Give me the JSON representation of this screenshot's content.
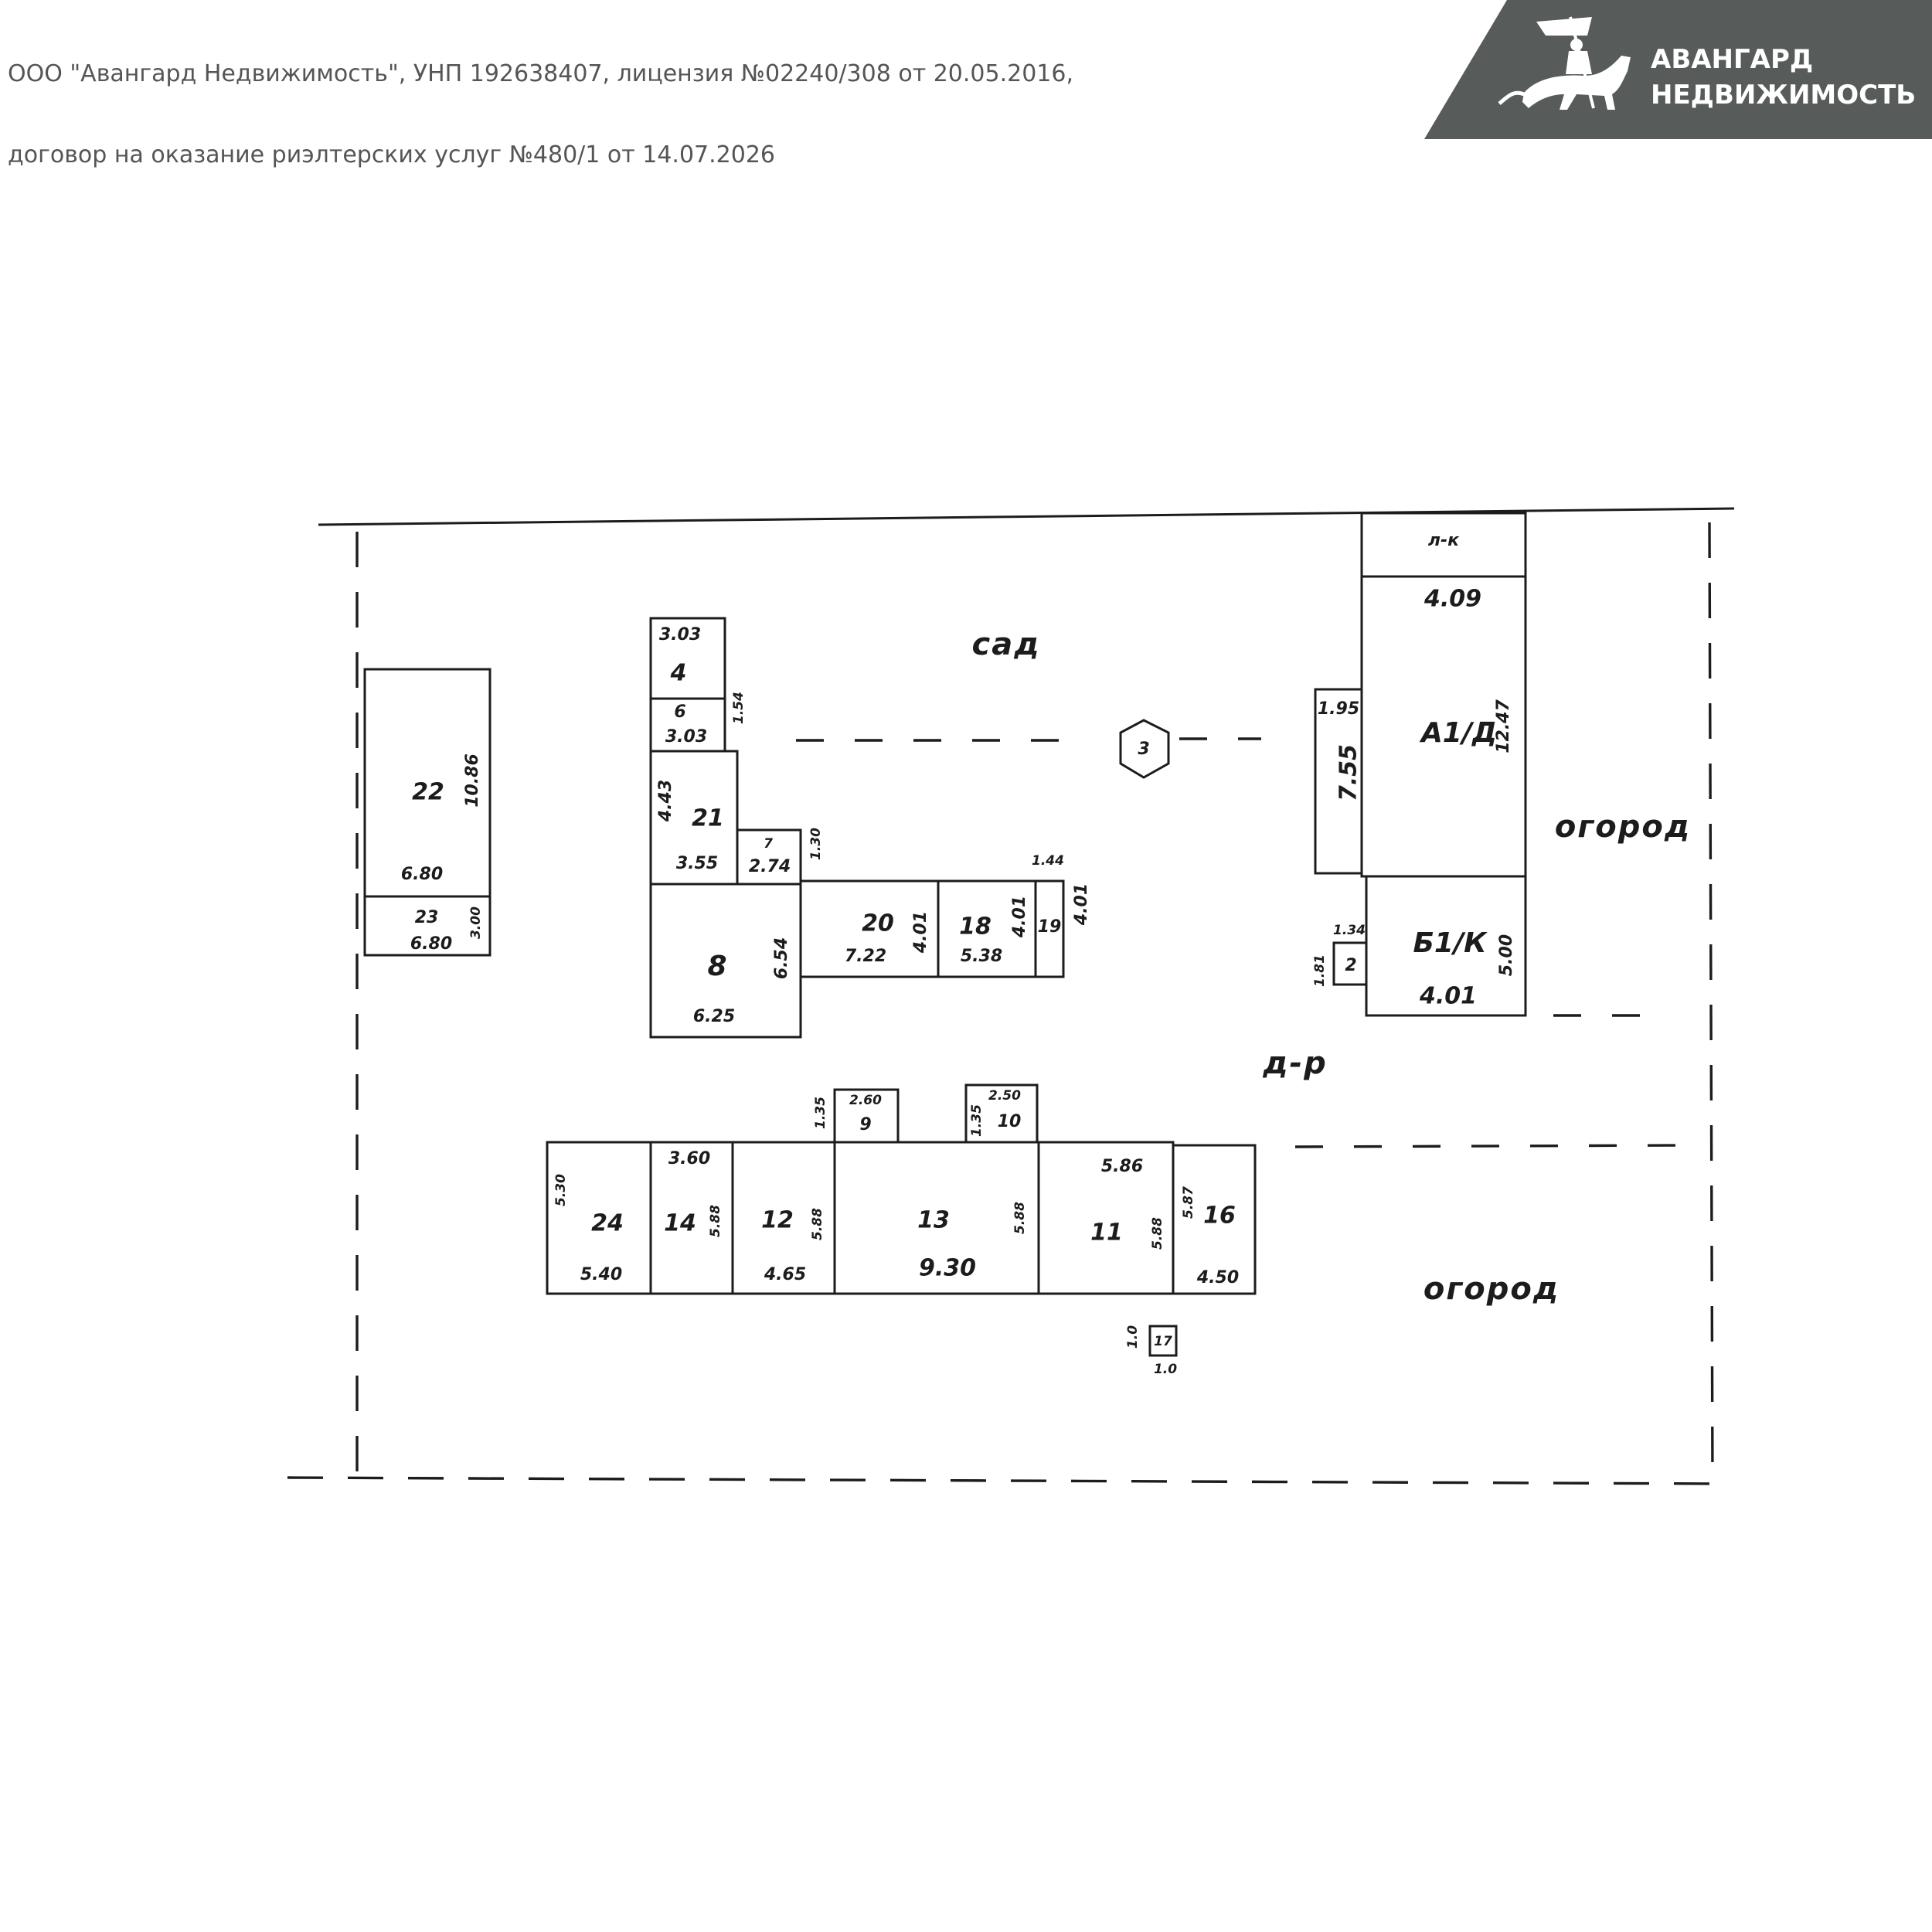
{
  "header": {
    "line1": "ООО \"Авангард Недвижимость\", УНП 192638407, лицензия №02240/308 от 20.05.2016,",
    "line2": "договор на оказание риэлтерских услуг №480/1 от 14.07.2026"
  },
  "logo": {
    "line1": "АВАНГАРД",
    "line2": "НЕДВИЖИМОСТЬ",
    "icon": "horseman-icon",
    "bg_color": "#575b5a"
  },
  "plan": {
    "areas": {
      "garden": "сад",
      "vegetable_garden_east": "огород",
      "vegetable_garden_south": "огород",
      "yard": "д-р",
      "corner_label": "л-к"
    },
    "rooms": {
      "r22": "22",
      "r22_w": "6.80",
      "r22_h": "10.86",
      "r23": "23",
      "r23_w": "6.80",
      "r23_h": "3.00",
      "r4": "4",
      "r4_top": "3.03",
      "r4_side": "1.54",
      "r6": "6",
      "r6_w": "3.03",
      "r21": "21",
      "r21_w": "3.55",
      "r21_h": "4.43",
      "r_small": "7",
      "r_small_w": "2.74",
      "r_small_h": "1.30",
      "r8": "8",
      "r8_w": "6.25",
      "r8_h": "6.54",
      "r20": "20",
      "r20_w": "7.22",
      "r20_h": "4.01",
      "r18": "18",
      "r18_w": "5.38",
      "r18_h": "4.01",
      "r19": "19",
      "r19_top": "1.44",
      "r19_h": "4.01",
      "rA": "А1/Д",
      "rA_top": "4.09",
      "rA_h": "12.47",
      "rA_annex_top": "1.95",
      "rA_annex_h": "7.55",
      "rB": "Б1/К",
      "rB_w": "4.01",
      "rB_h": "5.00",
      "r2": "2",
      "r2_w": "1.34",
      "r2_h": "1.81",
      "r24": "24",
      "r24_w": "5.40",
      "r24_h": "5.30",
      "r_14": "14",
      "r_14_w": "3.60",
      "r_14_h": "5.88",
      "r12": "12",
      "r12_w": "4.65",
      "r12_h": "5.88",
      "r9": "9",
      "r9_w": "2.60",
      "r9_h": "1.35",
      "r10": "10",
      "r10_w": "2.50",
      "r10_h": "1.35",
      "r13": "13",
      "r13_w": "9.30",
      "r13_h": "5.88",
      "r11": "11",
      "r11_w": "5.86",
      "r11_h": "5.88",
      "r16": "16",
      "r16_w": "4.50",
      "r16_h": "5.87",
      "r17": "17",
      "r17_w": "1.0",
      "r17_h": "1.0",
      "well": "3"
    }
  }
}
